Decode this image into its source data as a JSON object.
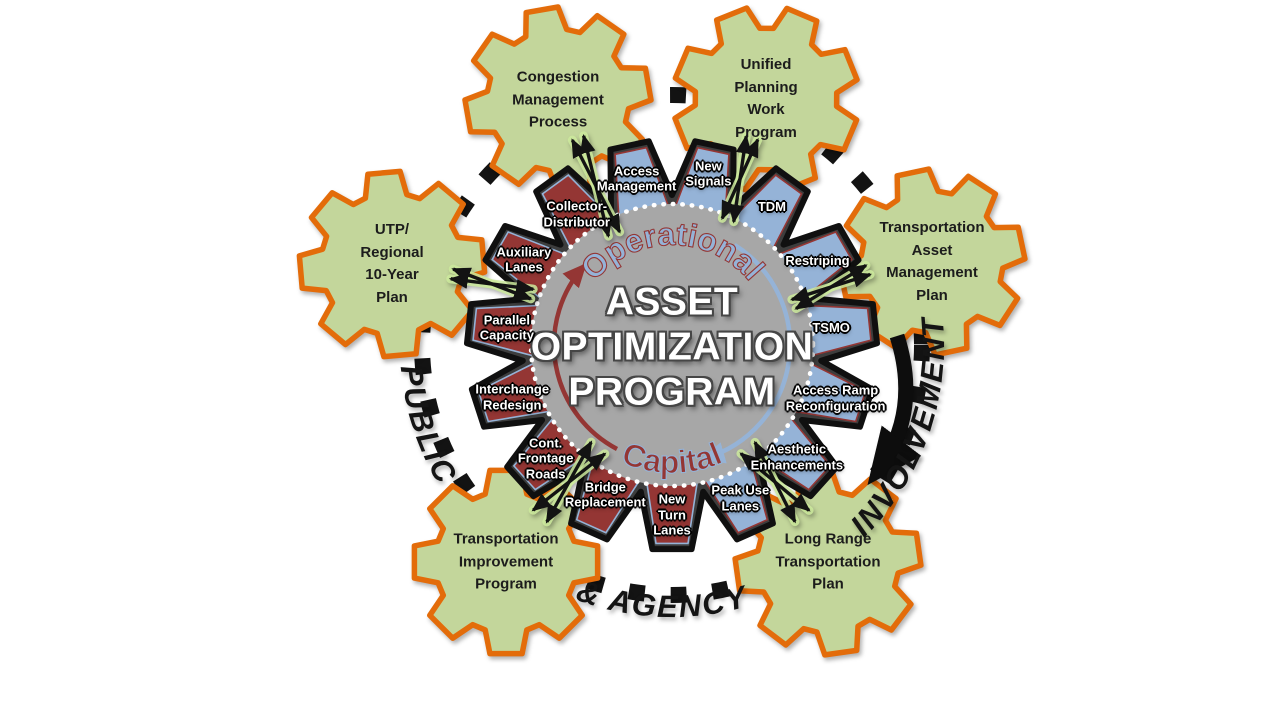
{
  "center": {
    "title": "ASSET\nOPTIMIZATION\nPROGRAM"
  },
  "cycle": {
    "top_label": "Operational",
    "bottom_label": "Capital"
  },
  "ring_labels": {
    "left": "PUBLIC",
    "bottom": "& AGENCY",
    "right": "INVOLVEMENT"
  },
  "teeth": [
    {
      "label": "New\nSignals",
      "category": "operational"
    },
    {
      "label": "Access\nManagement",
      "category": "operational"
    },
    {
      "label": "Collector-\nDistributor",
      "category": "capital"
    },
    {
      "label": "Auxiliary\nLanes",
      "category": "capital"
    },
    {
      "label": "Parallel\nCapacity",
      "category": "capital"
    },
    {
      "label": "Interchange\nRedesign",
      "category": "capital"
    },
    {
      "label": "Cont.\nFrontage\nRoads",
      "category": "capital"
    },
    {
      "label": "Bridge\nReplacement",
      "category": "capital"
    },
    {
      "label": "New\nTurn\nLanes",
      "category": "capital"
    },
    {
      "label": "Peak Use\nLanes",
      "category": "operational"
    },
    {
      "label": "Aesthetic\nEnhancements",
      "category": "operational"
    },
    {
      "label": "Access Ramp\nReconfiguration",
      "category": "operational"
    },
    {
      "label": "TSMO",
      "category": "operational"
    },
    {
      "label": "Restriping",
      "category": "operational"
    },
    {
      "label": "TDM",
      "category": "operational"
    }
  ],
  "planning_gears": [
    {
      "label": "Congestion\nManagement\nProcess"
    },
    {
      "label": "Unified\nPlanning\nWork\nProgram"
    },
    {
      "label": "Transportation\nAsset\nManagement\nPlan"
    },
    {
      "label": "Long Range\nTransportation\nPlan"
    },
    {
      "label": "Transportation\nImprovement\nProgram"
    },
    {
      "label": "UTP/\nRegional\n10-Year\nPlan"
    }
  ],
  "colors": {
    "operational_blue": "#95b3d7",
    "capital_red": "#943634",
    "gear_green": "#c3d69b",
    "gear_orange": "#e36c0a",
    "hub_gray": "#a7a7a7",
    "gear_body_gray": "#3d3d3d",
    "arrow_black": "#131313"
  }
}
